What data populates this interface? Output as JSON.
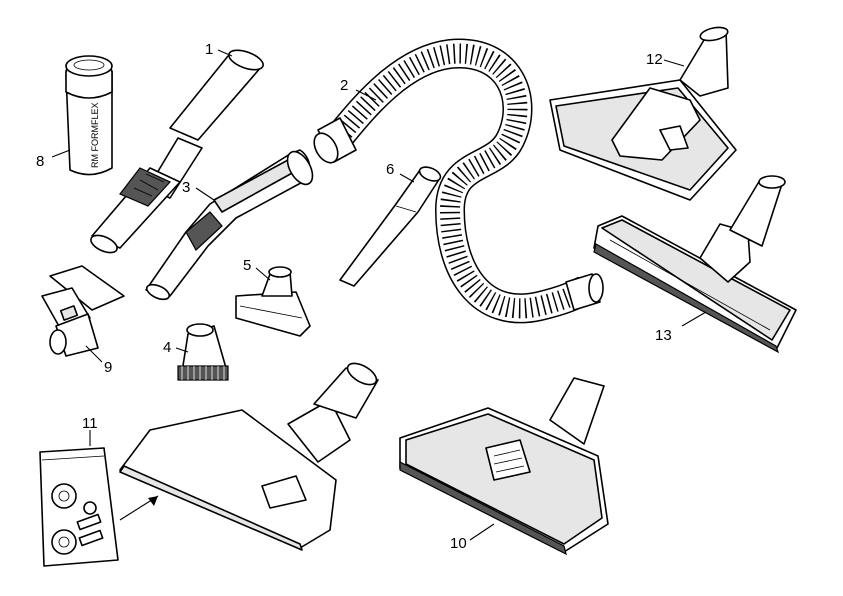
{
  "parts": [
    {
      "id": "tube",
      "label": "1"
    },
    {
      "id": "hose",
      "label": "2"
    },
    {
      "id": "handle",
      "label": "3"
    },
    {
      "id": "dusting-brush",
      "label": "4"
    },
    {
      "id": "upholstery-nozzle",
      "label": "5"
    },
    {
      "id": "crevice-tool",
      "label": "6"
    },
    {
      "id": "lubricant-tube",
      "label": "8"
    },
    {
      "id": "hose-clip",
      "label": "9"
    },
    {
      "id": "turbo-nozzle",
      "label": "10"
    },
    {
      "id": "spare-parts-bag",
      "label": "11"
    },
    {
      "id": "floor-nozzle",
      "label": "12"
    },
    {
      "id": "parquet-nozzle",
      "label": "13"
    }
  ],
  "lubricant_can": {
    "text": "RM FORMFLEX"
  }
}
